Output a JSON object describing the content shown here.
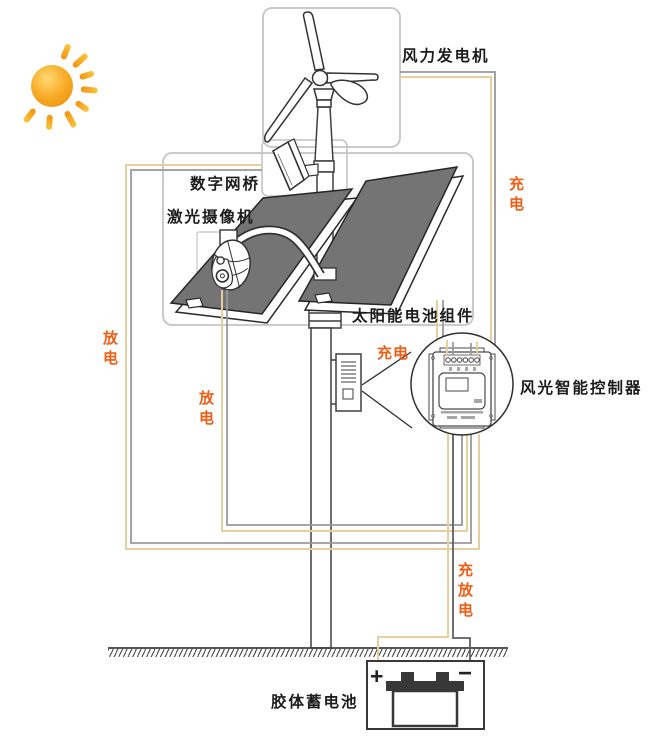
{
  "diagram_labels": {
    "wind_generator": "风力发电机",
    "digital_bridge": "数字网桥",
    "laser_camera": "激光摄像机",
    "solar_module": "太阳能电池组件",
    "controller": "风光智能控制器",
    "battery": "胶体蓄电池"
  },
  "flow_labels": {
    "charge_wind": "充电",
    "charge_solar": "充电",
    "discharge_bridge": "放电",
    "discharge_camera": "放电",
    "charge_discharge": "充放电"
  },
  "battery_terminals": {
    "positive": "+",
    "negative": "−"
  },
  "colors": {
    "flow_text": "#F05E14",
    "charge_wire": "#E6CF9D",
    "return_wire": "#999999",
    "battery_wire": "#5F5F5F",
    "panel_fill": "#747474",
    "sun_core": "#F6A41E",
    "outline": "#3F3F3F",
    "callout_border": "#C4C4C4"
  }
}
